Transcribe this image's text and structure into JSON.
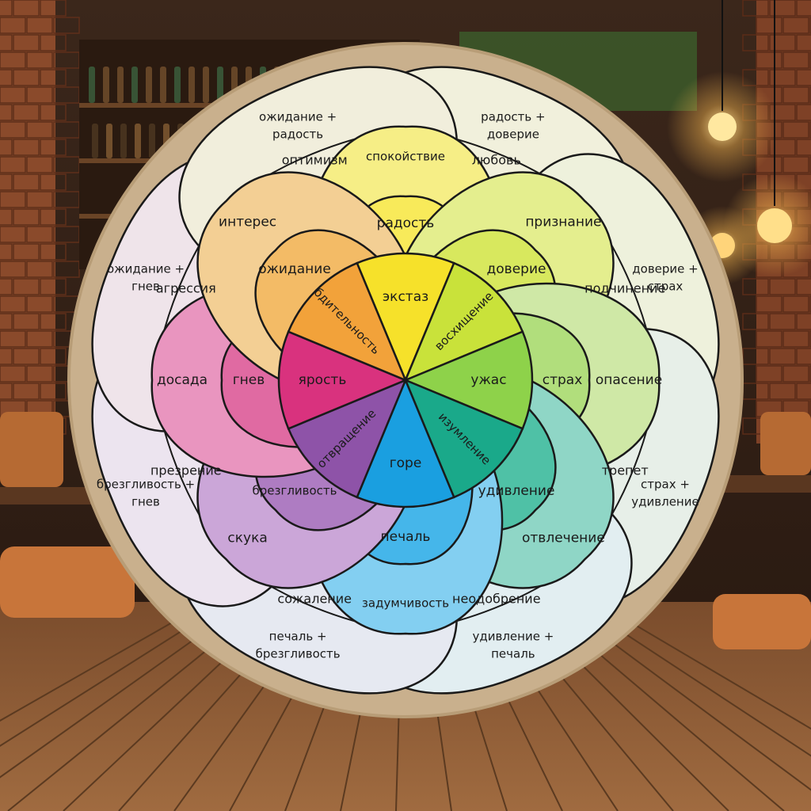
{
  "colors": {
    "board": "#c9b08d",
    "board_edge": "#b89d77",
    "outline": "#1a1a1a",
    "brick": "#8f4a2a",
    "floor": "#8a5a35",
    "chair": "#c8753a"
  },
  "petals": [
    {
      "inner": "экстаз",
      "middle": "радость",
      "outer": "спокойствие",
      "c_inner": "#f6e12a",
      "c_middle": "#f8ea5a",
      "c_outer": "#f6ee86"
    },
    {
      "inner": "восхищение",
      "middle": "доверие",
      "outer": "признание",
      "c_inner": "#c9e23a",
      "c_middle": "#d8e85e",
      "c_outer": "#e4ee8e"
    },
    {
      "inner": "ужас",
      "middle": "страх",
      "outer": "опасение",
      "c_inner": "#8ed24a",
      "c_middle": "#b1de7c",
      "c_outer": "#cfe8a6"
    },
    {
      "inner": "изумление",
      "middle": "удивление",
      "outer": "отвлечение",
      "c_inner": "#1aa98a",
      "c_middle": "#4fc1a6",
      "c_outer": "#8fd6c6"
    },
    {
      "inner": "горе",
      "middle": "печаль",
      "outer": "задумчивость",
      "c_inner": "#1a9fe0",
      "c_middle": "#45b6ea",
      "c_outer": "#83cff1"
    },
    {
      "inner": "отвращение",
      "middle": "брезгливость",
      "outer": "скука",
      "c_inner": "#8e53a8",
      "c_middle": "#ae7cc2",
      "c_outer": "#cba6d8"
    },
    {
      "inner": "ярость",
      "middle": "гнев",
      "outer": "досада",
      "c_inner": "#d9327e",
      "c_middle": "#e06aa2",
      "c_outer": "#e995bf"
    },
    {
      "inner": "бдительность",
      "middle": "ожидание",
      "outer": "интерес",
      "c_inner": "#f2a23a",
      "c_middle": "#f3bb66",
      "c_outer": "#f3cf94"
    }
  ],
  "dyads": [
    {
      "combo_1": "радость +",
      "combo_2": "доверие",
      "result": "любовь",
      "bg": "#f1f0dc"
    },
    {
      "combo_1": "доверие +",
      "combo_2": "страх",
      "result": "подчинение",
      "bg": "#eef1dc"
    },
    {
      "combo_1": "страх +",
      "combo_2": "удивление",
      "result": "трепет",
      "bg": "#e7efe8"
    },
    {
      "combo_1": "удивление +",
      "combo_2": "печаль",
      "result": "неодобрение",
      "bg": "#e2eef1"
    },
    {
      "combo_1": "печаль +",
      "combo_2": "брезгливость",
      "result": "сожаление",
      "bg": "#e6e9f1"
    },
    {
      "combo_1": "брезгливость +",
      "combo_2": "гнев",
      "result": "презрение",
      "bg": "#ece4ef"
    },
    {
      "combo_1": "ожидание +",
      "combo_2": "гнев",
      "result": "агрессия",
      "bg": "#efe4ea"
    },
    {
      "combo_1": "ожидание +",
      "combo_2": "радость",
      "result": "оптимизм",
      "bg": "#f1eedc"
    }
  ]
}
